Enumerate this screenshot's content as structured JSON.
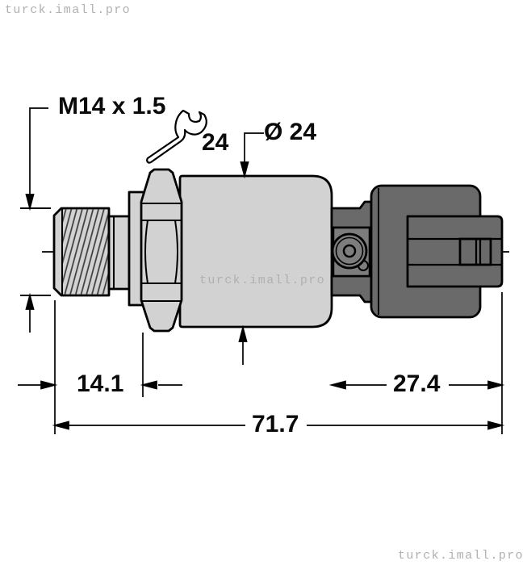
{
  "watermarks": {
    "top_left": "turck.imall.pro",
    "center": "turck.imall.pro",
    "bottom_right": "turck.imall.pro"
  },
  "drawing": {
    "title_hint": "pressure transmitter dimensional drawing",
    "labels": {
      "thread_spec": "M14 x 1.5",
      "wrench_size": "24",
      "body_diameter": "Ø 24"
    },
    "dimensions": {
      "thread_length": "14.1",
      "connector_length": "27.4",
      "overall_length": "71.7"
    },
    "icons": {
      "wrench": "open-end-wrench"
    },
    "colors": {
      "body_fill": "#d2d2d2",
      "connector_fill": "#6a6a6a",
      "connector_detail_fill": "#7d7d7d",
      "outline": "#000000",
      "watermark": "#b0b0b0",
      "background": "#ffffff"
    }
  }
}
